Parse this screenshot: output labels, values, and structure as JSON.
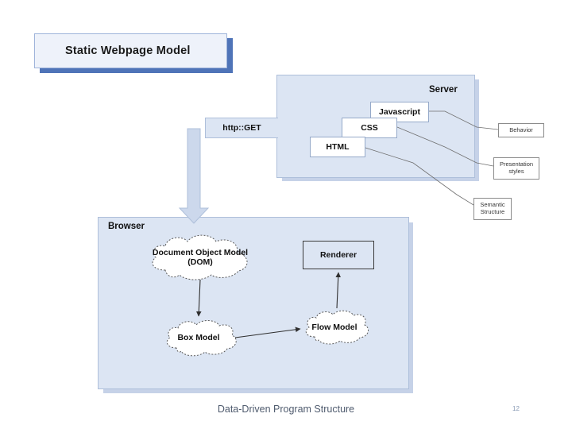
{
  "slide": {
    "title": "Static Webpage Model",
    "footer_text": "Data-Driven Program Structure",
    "page_number": "12"
  },
  "panels": {
    "server": {
      "label": "Server"
    },
    "browser": {
      "label": "Browser"
    }
  },
  "server_boxes": {
    "javascript": "Javascript",
    "css": "CSS",
    "html": "HTML"
  },
  "request": {
    "label": "http::GET"
  },
  "annotations": {
    "behavior": "Behavior",
    "presentation_styles": "Presentation styles",
    "semantic_structure": "Semantic Structure"
  },
  "browser_nodes": {
    "dom": "Document Object Model (DOM)",
    "renderer": "Renderer",
    "box_model": "Box Model",
    "flow_model": "Flow Model"
  },
  "colors": {
    "panel_fill": "#dce5f3",
    "panel_border": "#aebfda",
    "panel_shadow": "#c6d2e8",
    "title_shadow": "#4f74b8",
    "title_fill": "#eef2fa",
    "arrow": "#2f2f2f",
    "footer": "#4f5b6e"
  }
}
